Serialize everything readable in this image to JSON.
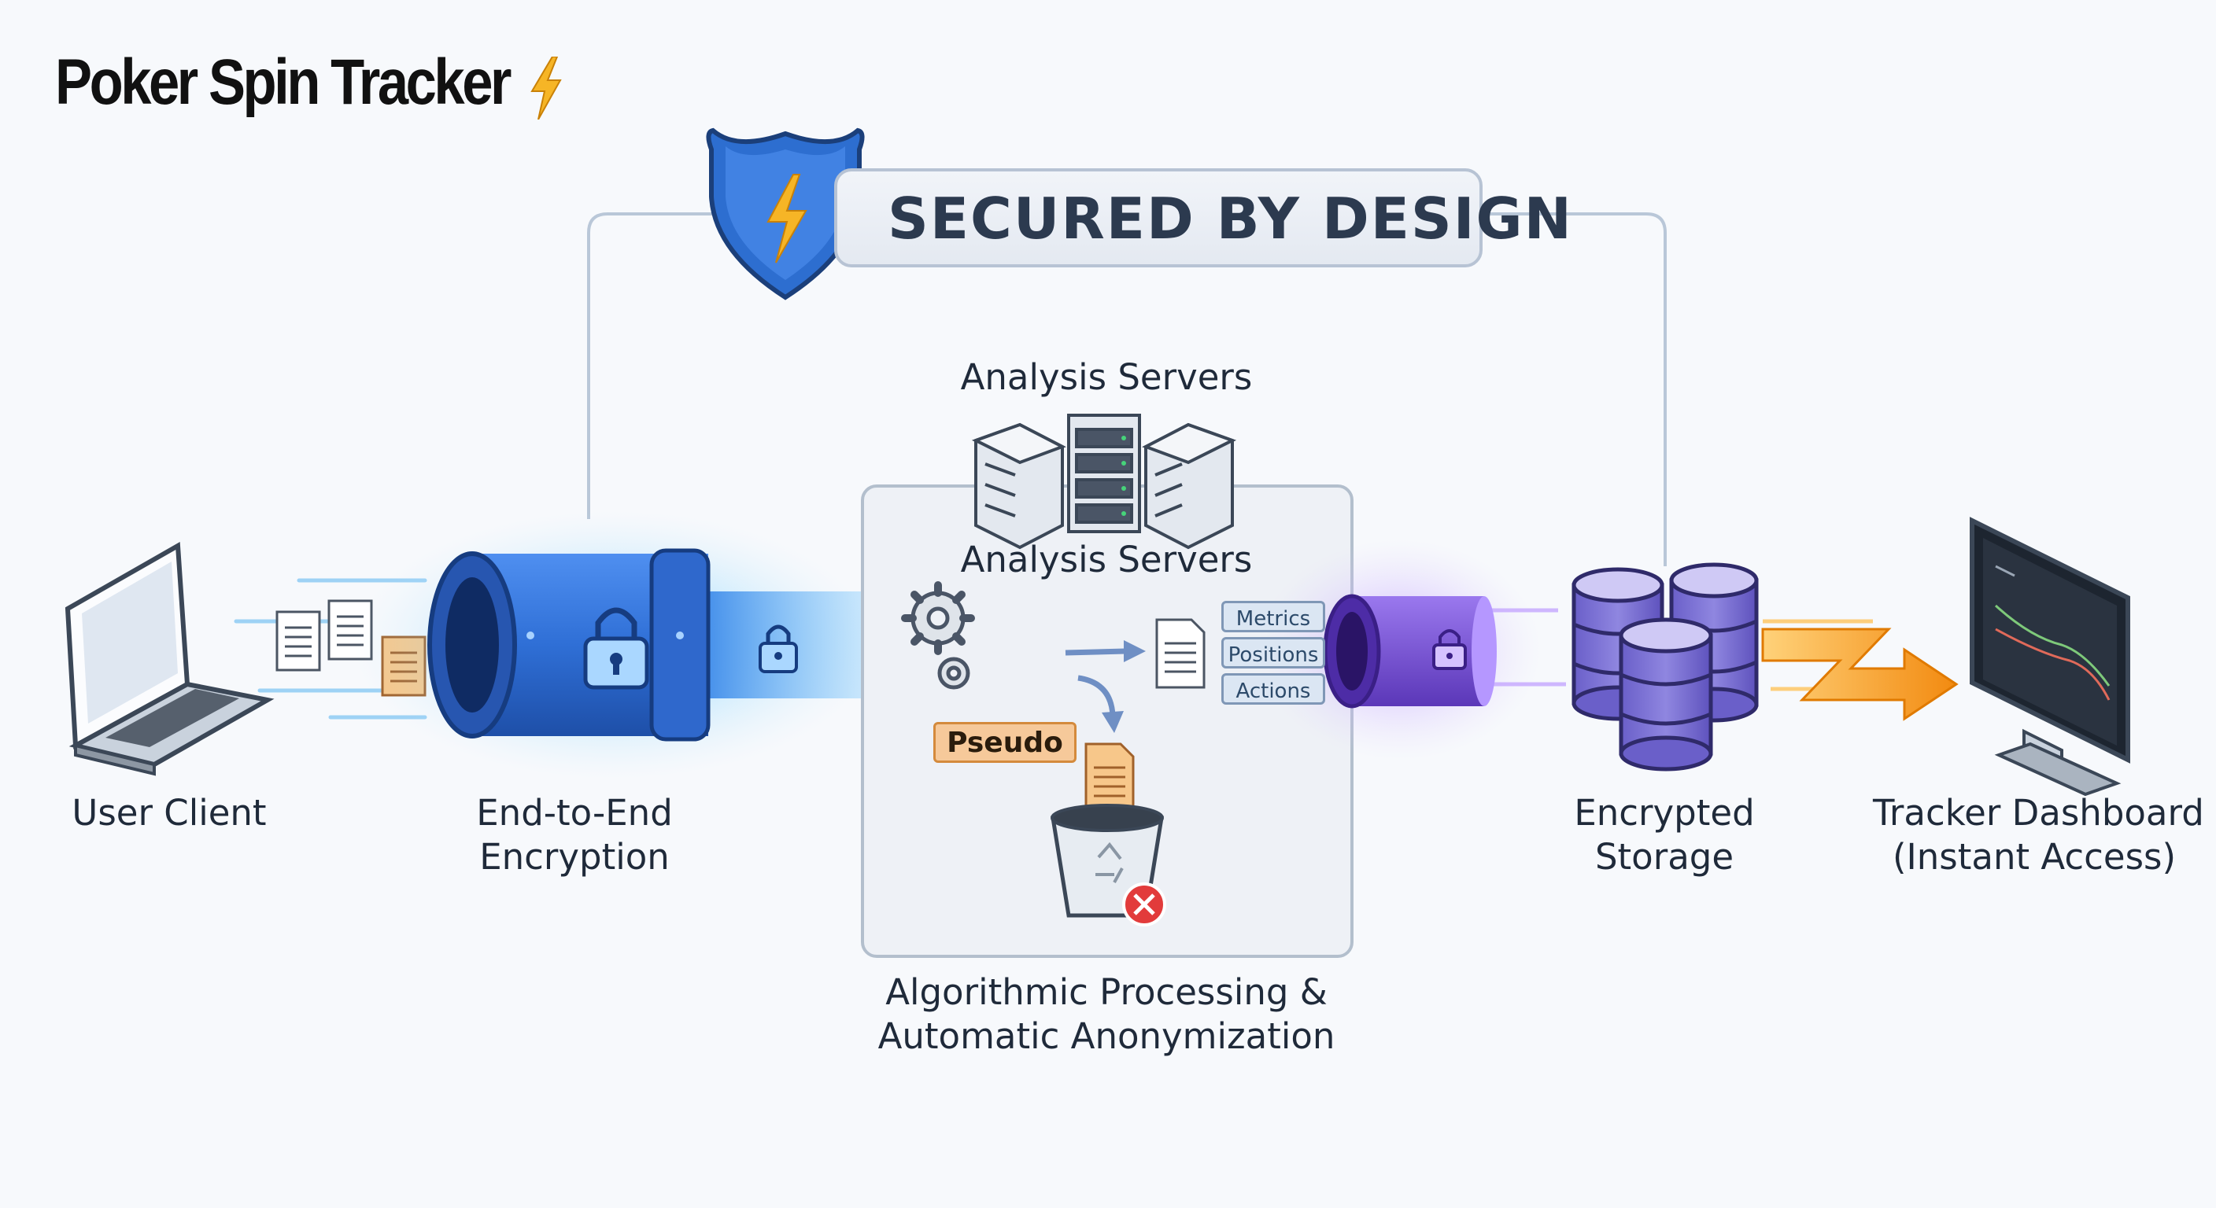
{
  "brand": {
    "title": "Poker Spin Tracker",
    "icon": "lightning-bolt-icon"
  },
  "badge": {
    "text": "SECURED BY DESIGN",
    "icon": "shield-lightning-icon"
  },
  "servers": {
    "label_top": "Analysis Servers",
    "label_inner": "Analysis Servers"
  },
  "processing": {
    "tags": [
      "Metrics",
      "Positions",
      "Actions"
    ],
    "pseudo_tag": "Pseudo",
    "caption_line1": "Algorithmic Processing &",
    "caption_line2": "Automatic Anonymization"
  },
  "nodes": {
    "client": {
      "line1": "User Client",
      "icon": "laptop-icon"
    },
    "encryption": {
      "line1": "End-to-End",
      "line2": "Encryption",
      "icon": "encrypted-pipe-icon"
    },
    "storage": {
      "line1": "Encrypted",
      "line2": "Storage",
      "icon": "database-icon"
    },
    "dashboard": {
      "line1": "Tracker Dashboard",
      "line2": "(Instant Access)",
      "icon": "monitor-icon"
    }
  },
  "colors": {
    "pipe_blue": "#2f6fd6",
    "pipe_purple": "#7b55d8",
    "accent_orange": "#f39a1c",
    "shield_blue": "#2d6ed0"
  }
}
